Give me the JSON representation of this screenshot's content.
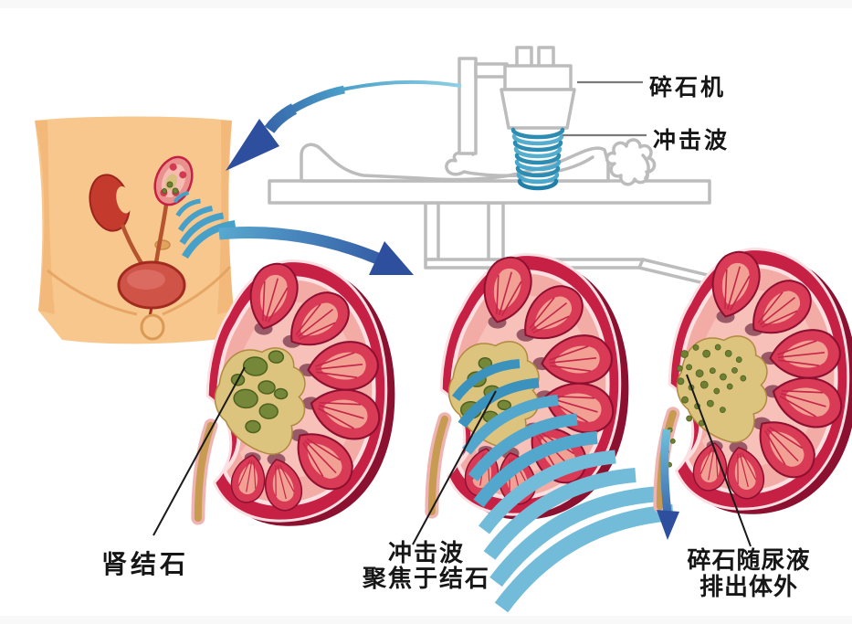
{
  "labels": {
    "machine": "碎石机",
    "shockwave": "冲击波",
    "kidney_stone": "肾结石",
    "focus": {
      "line1": "冲击波",
      "line2": "聚焦于结石"
    },
    "expel": {
      "line1": "碎石随尿液",
      "line2": "排出体外"
    }
  },
  "colors": {
    "arrow_blue_dark": "#2e4f9e",
    "arrow_blue_light": "#8fd0e4",
    "wave_teal": "#3c96c3",
    "kidney_rim_red": "#c62045",
    "kidney_shadow_red": "#8c102f",
    "kidney_cortex_pink": "#f3aba6",
    "pyramid_red": "#d93a56",
    "pelvis_tan": "#dcc47f",
    "stone_green": "#75883a",
    "skin": "#f7c78e",
    "bladder_red": "#d05348",
    "lineart_gray": "#bcbcbc",
    "label_text": "#161616"
  }
}
